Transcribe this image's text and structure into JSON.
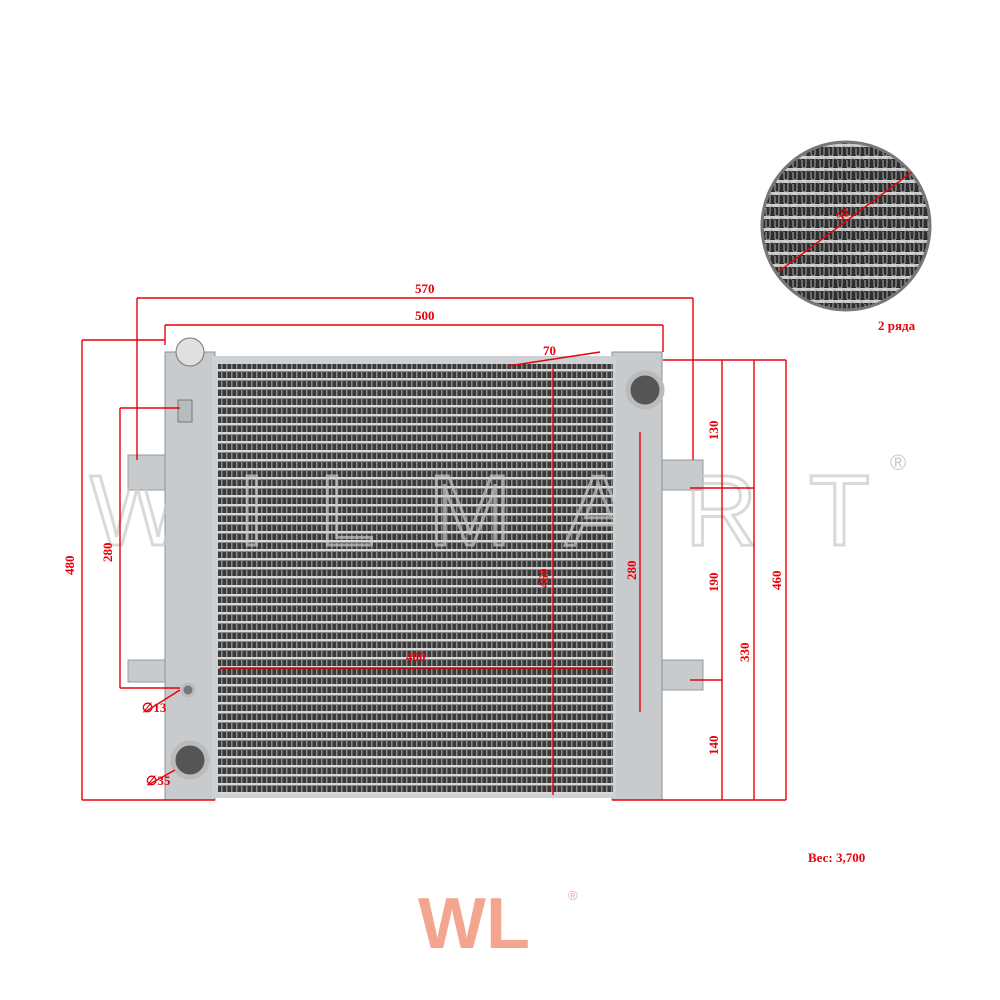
{
  "dimensions": {
    "overall_width": "570",
    "tank_width": "500",
    "inlet_offset": "70",
    "core_height": "460",
    "core_width": "400",
    "left_mount_spacing": "280",
    "right_mount_spacing": "280",
    "overall_height": "480",
    "top_to_mount": "130",
    "mount_to_mount": "190",
    "mount_to_bottom": "330",
    "right_overall_height": "460",
    "bottom_mount": "140",
    "small_pipe_diameter": "∅13",
    "large_pipe_diameter": "∅35",
    "core_thickness": "50"
  },
  "detail": {
    "rows_label": "2 ряда"
  },
  "weight_label": "Вес: 3,700",
  "watermark": {
    "text": "WILMART",
    "registered": "®"
  },
  "logo": {
    "text": "WL",
    "registered": "®"
  },
  "colors": {
    "dimension": "#e8000b",
    "frame": "#c7cbcd",
    "logo": "#f4a58f"
  }
}
